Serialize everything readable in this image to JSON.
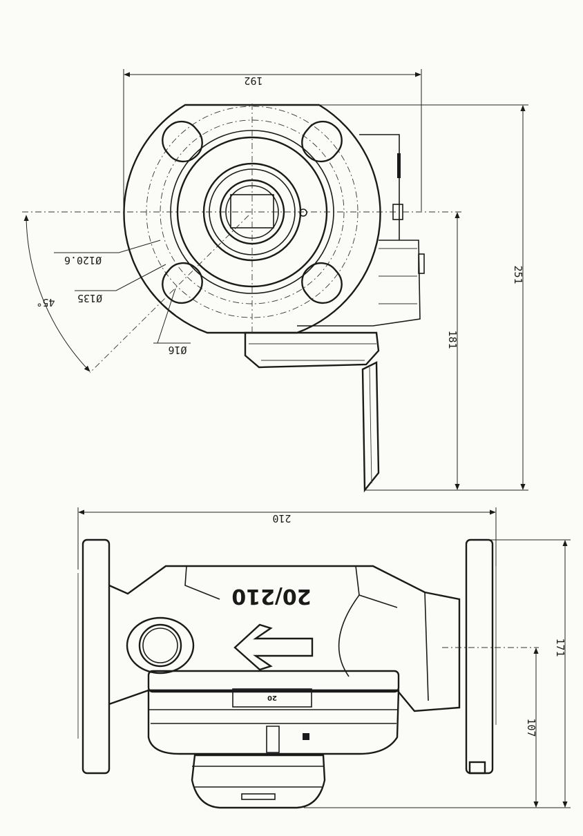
{
  "dimensions": {
    "top_width": "192",
    "top_height_total": "251",
    "top_center_height": "181",
    "bottom_width": "210",
    "bottom_height_total": "171",
    "bottom_center_height": "107"
  },
  "callouts": {
    "bolt_circle_a": "Ø120.6",
    "bolt_circle_b": "Ø135",
    "bolt_hole": "Ø16",
    "angle": "45°"
  },
  "markings": {
    "model": "20/210",
    "nameplate": "20"
  }
}
